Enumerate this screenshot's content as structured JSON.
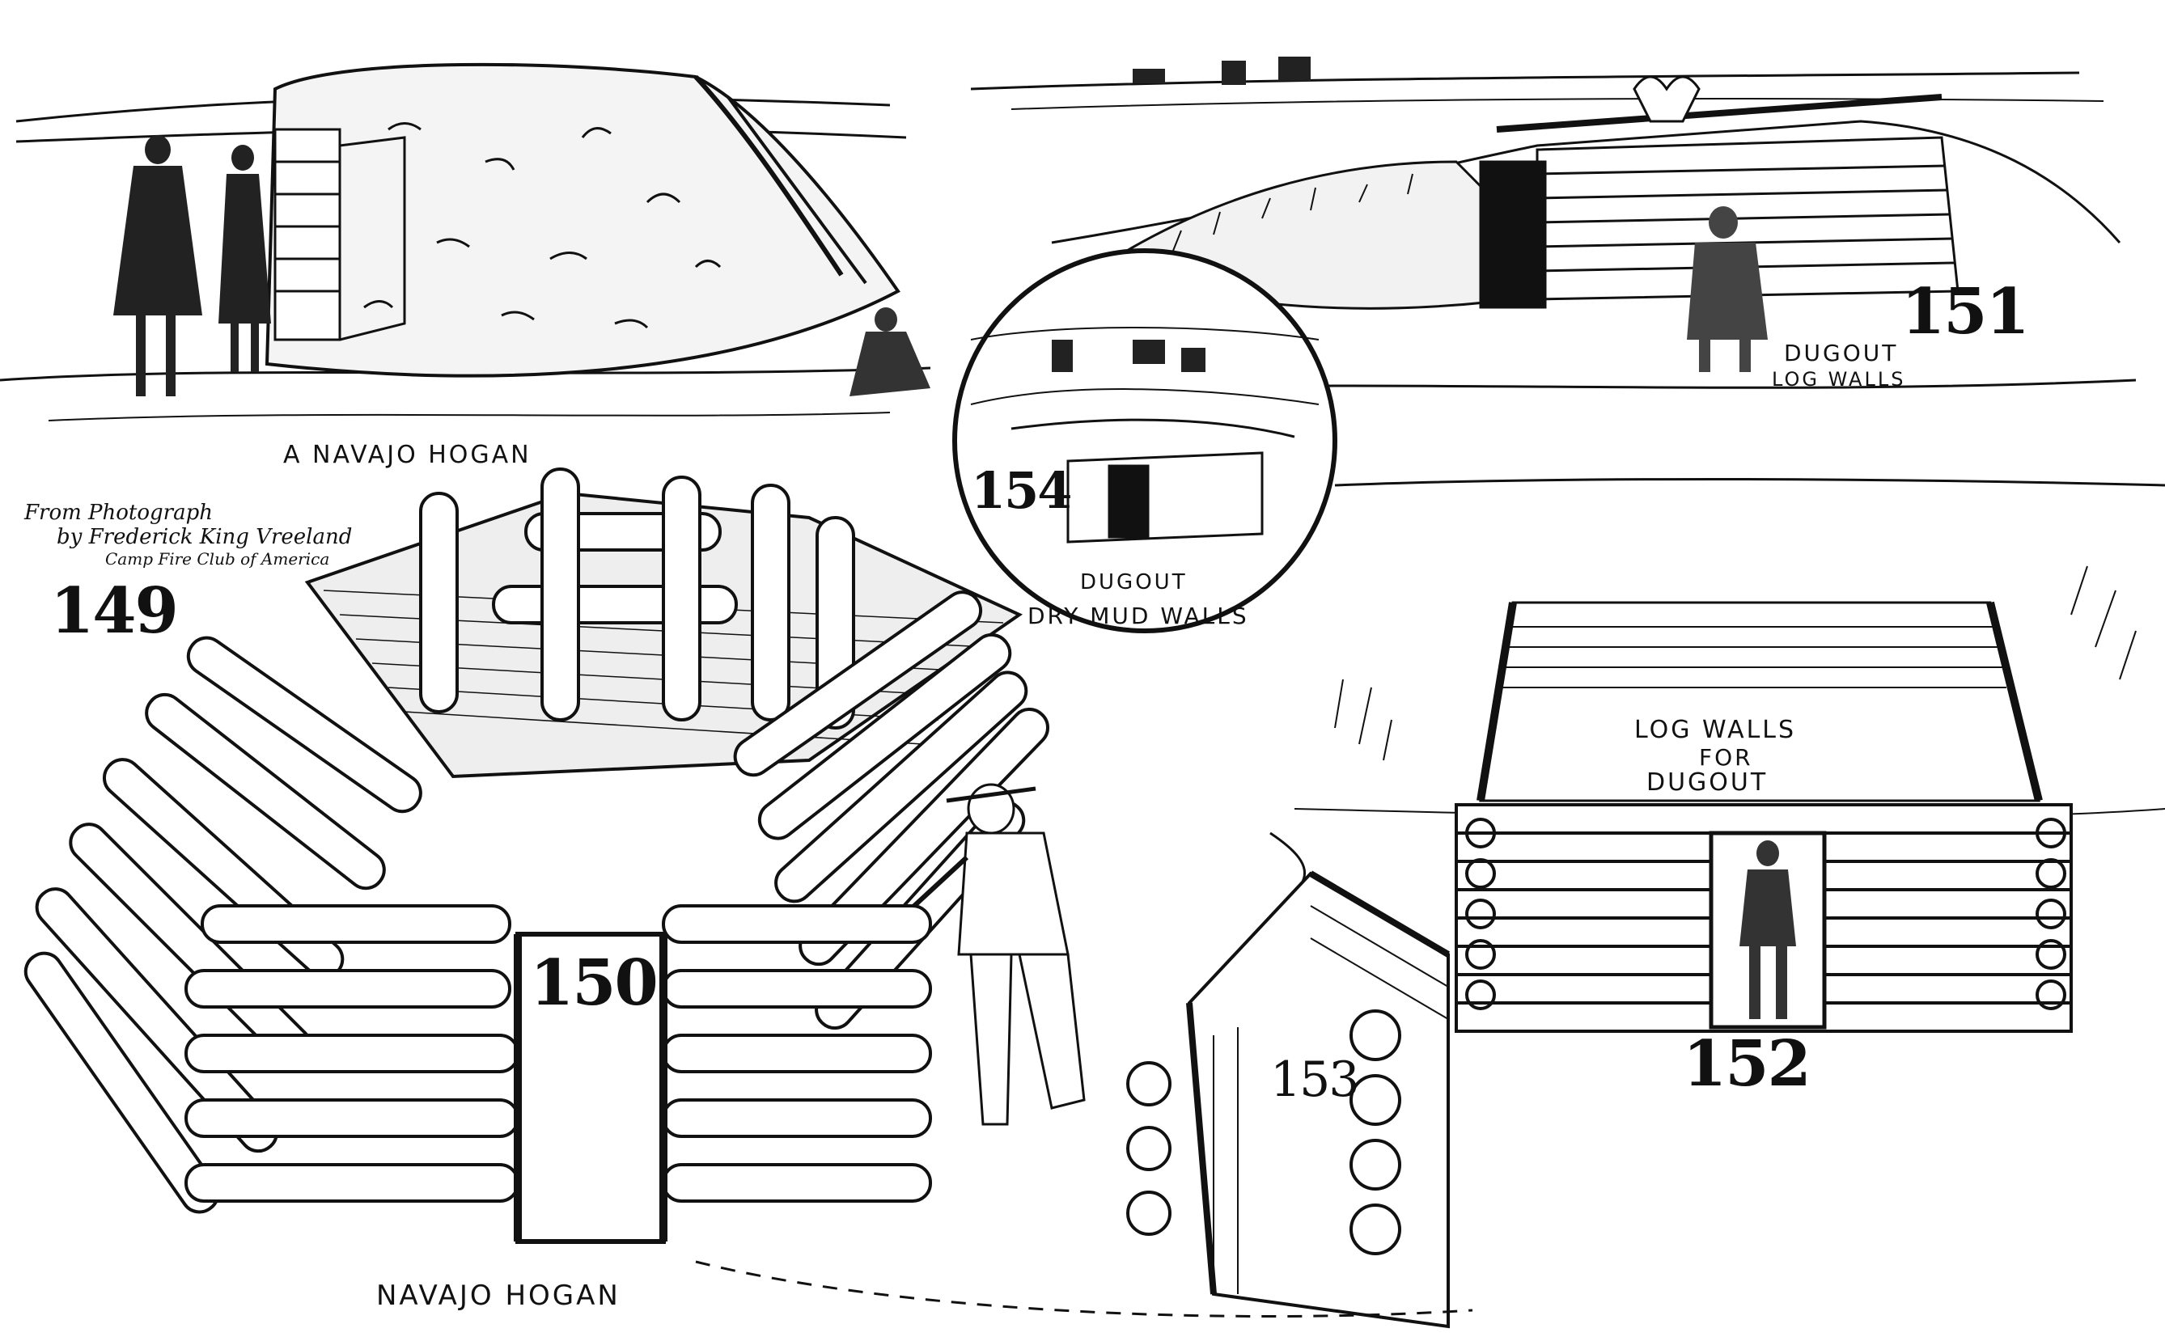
{
  "figures": {
    "f149": "149",
    "f150": "150",
    "f151": "151",
    "f152": "152",
    "f153": "153",
    "f154": "154"
  },
  "captions": {
    "hogan_top": "A NAVAJO HOGAN",
    "hogan_bottom": "NAVAJO HOGAN",
    "dugout_log_line1": "DUGOUT",
    "dugout_log_line2": "LOG WALLS",
    "dugout_mud_line1": "DUGOUT",
    "dugout_mud_line2": "DRY MUD WALLS",
    "log_walls_line1": "LOG WALLS",
    "log_walls_line2": "FOR",
    "log_walls_line3": "DUGOUT"
  },
  "credit": {
    "line1": "From Photograph",
    "line2": "by Frederick King Vreeland",
    "line3": "Camp Fire Club of America"
  },
  "colors": {
    "ink": "#111111",
    "paper": "#ffffff"
  }
}
